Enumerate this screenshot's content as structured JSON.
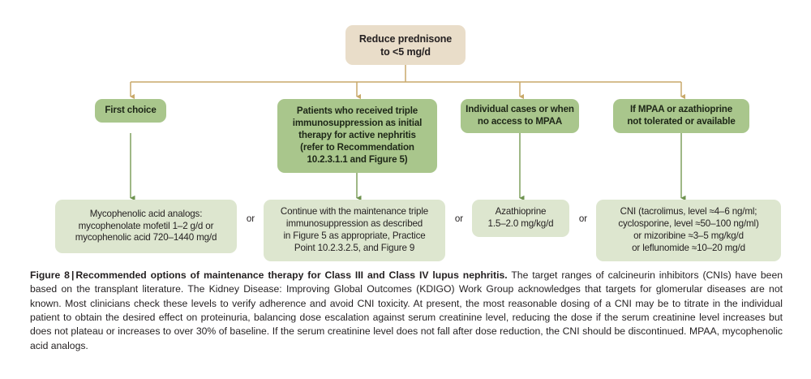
{
  "figure": {
    "number": "Figure 8",
    "separator": "|",
    "title": "Recommended options of maintenance therapy for Class III and Class IV lupus nephritis.",
    "caption_body": " The target ranges of calcineurin inhibitors (CNIs) have been based on the transplant literature. The Kidney Disease: Improving Global Outcomes (KDIGO) Work Group acknowledges that targets for glomerular diseases are not known. Most clinicians check these levels to verify adherence and avoid CNI toxicity. At present, the most reasonable dosing of a CNI may be to titrate in the individual patient to obtain the desired effect on proteinuria, balancing dose escalation against serum creatinine level, reducing the dose if the serum creatinine level increases but does not plateau or increases to over 30% of baseline. If the serum creatinine level does not fall after dose reduction, the CNI should be discontinued. MPAA, mycophenolic acid analogs."
  },
  "colors": {
    "root_fill": "#e9ddc9",
    "mid_fill": "#a9c68c",
    "leaf_fill": "#dde6cf",
    "root_connector": "#c9a96a",
    "branch_connector": "#7fa05e",
    "text": "#231f20",
    "page_background": "#ffffff"
  },
  "flowchart": {
    "type": "flowchart",
    "root": {
      "id": "root",
      "label": "Reduce prednisone\nto <5 mg/d"
    },
    "branches": [
      {
        "id": "branch-1",
        "condition": "First choice",
        "treatment": "Mycophenolic acid analogs:\nmycophenolate mofetil 1–2 g/d or\nmycophenolic acid 720–1440 mg/d"
      },
      {
        "id": "branch-2",
        "condition": "Patients who received triple\nimmunosuppression as initial\ntherapy for active nephritis\n(refer to Recommendation\n10.2.3.1.1 and Figure 5)",
        "treatment": "Continue with the maintenance triple\nimmunosuppression as described\nin Figure 5 as appropriate, Practice\nPoint 10.2.3.2.5, and Figure 9"
      },
      {
        "id": "branch-3",
        "condition": "Individual cases or when\nno access to MPAA",
        "treatment": "Azathioprine\n1.5–2.0 mg/kg/d"
      },
      {
        "id": "branch-4",
        "condition": "If MPAA or azathioprine\nnot tolerated or available",
        "treatment": "CNI (tacrolimus, level ≈4–6 ng/ml;\ncyclosporine, level ≈50–100 ng/ml)\nor mizoribine ≈3–5 mg/kg/d\nor leflunomide ≈10–20 mg/d"
      }
    ],
    "separators": [
      "or",
      "or",
      "or"
    ]
  }
}
